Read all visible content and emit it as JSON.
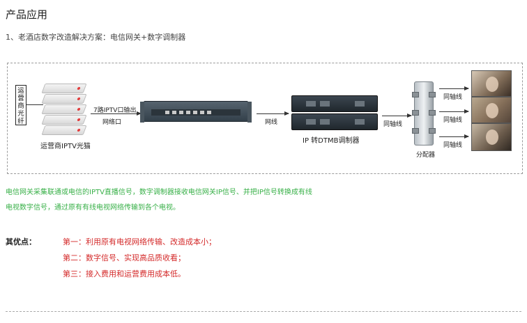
{
  "header": {
    "title": "产品应用",
    "subtitle": "1、老酒店数字改造解决方案：电信网关+数字调制器"
  },
  "diagram": {
    "fiber_label": [
      "运",
      "营",
      "商",
      "光",
      "纤"
    ],
    "modem_label": "运营商IPTV光猫",
    "link1_top": "7路IPTV口输出",
    "link1_bottom": "网络口",
    "link2": "网线",
    "modulator_label": "IP 转DTMB调制器",
    "coax_label": "同轴线",
    "splitter_label": "分配器"
  },
  "description": {
    "line1": "电信网关采集联通或电信的IPTV直播信号，数字调制器接收电信网关IP信号、并把IP信号转换成有线",
    "line2": "电视数字信号，通过原有有线电视网络传输到各个电视。"
  },
  "advantages": {
    "title": "其优点：",
    "items": [
      "第一：利用原有电视网络传输、改造成本小；",
      "第二：数字信号、实现高品质收看；",
      "第三：接入费用和运营费用成本低。"
    ]
  },
  "colors": {
    "description": "#38b048",
    "advantages": "#d42a2a"
  }
}
